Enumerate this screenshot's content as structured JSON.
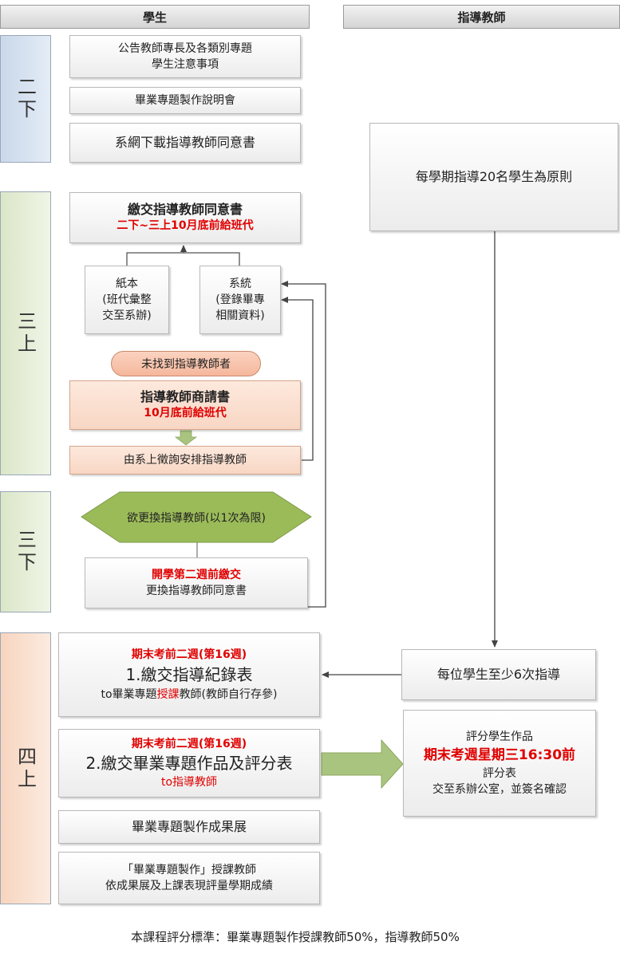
{
  "headers": {
    "student": "學生",
    "advisor": "指導教師"
  },
  "phases": {
    "p1": "二下",
    "p2": "三上",
    "p3": "三下",
    "p4": "四上"
  },
  "student": {
    "announce": {
      "line1": "公告教師專長及各類別專題",
      "line2": "學生注意事項"
    },
    "briefing": "畢業專題製作說明會",
    "download": "系網下載指導教師同意書",
    "submit_consent": {
      "title": "繳交指導教師同意書",
      "deadline": "二下~三上10月底前給班代"
    },
    "paper": {
      "line1": "紙本",
      "line2": "(班代彙整",
      "line3": "交至系辦)"
    },
    "system": {
      "line1": "系統",
      "line2": "(登錄畢專",
      "line3": "相關資料)"
    },
    "not_found": "未找到指導教師者",
    "request_form": {
      "title": "指導教師商請書",
      "deadline": "10月底前給班代"
    },
    "dept_arrange": "由系上徵詢安排指導教師",
    "change_decision": "欲更換指導教師(以1次為限)",
    "change_submit": {
      "deadline": "開學第二週前繳交",
      "line2": "更換指導教師同意書"
    },
    "record_form": {
      "deadline": "期末考前二週(第16週)",
      "title": "1.繳交指導紀錄表",
      "note_pre": "to畢業專題",
      "note_red": "授課",
      "note_post": "教師(教師自行存參)"
    },
    "work_form": {
      "deadline": "期末考前二週(第16週)",
      "title": "2.繳交畢業專題作品及評分表",
      "note": "to指導教師"
    },
    "exhibition": "畢業專題製作成果展",
    "final_grade": {
      "line1": "「畢業專題製作」授課教師",
      "line2": "依成果展及上課表現評量學期成績"
    }
  },
  "advisor": {
    "principle": "每學期指導20名學生為原則",
    "min_meetings": "每位學生至少6次指導",
    "grading": {
      "line1": "評分學生作品",
      "deadline": "期末考週星期三16:30前",
      "line3": "評分表",
      "line4": "交至系辦公室，並簽名確認"
    }
  },
  "footnote": "本課程評分標準：畢業專題製作授課教師50%，指導教師50%",
  "colors": {
    "band1": "#dae5f1",
    "band2": "#eaf0dd",
    "band3": "#eaf0dd",
    "band4": "#fbe4d5",
    "accent_red": "#e00000",
    "hex_fill": "#9bbb59",
    "big_arrow": "#a9c47f"
  }
}
